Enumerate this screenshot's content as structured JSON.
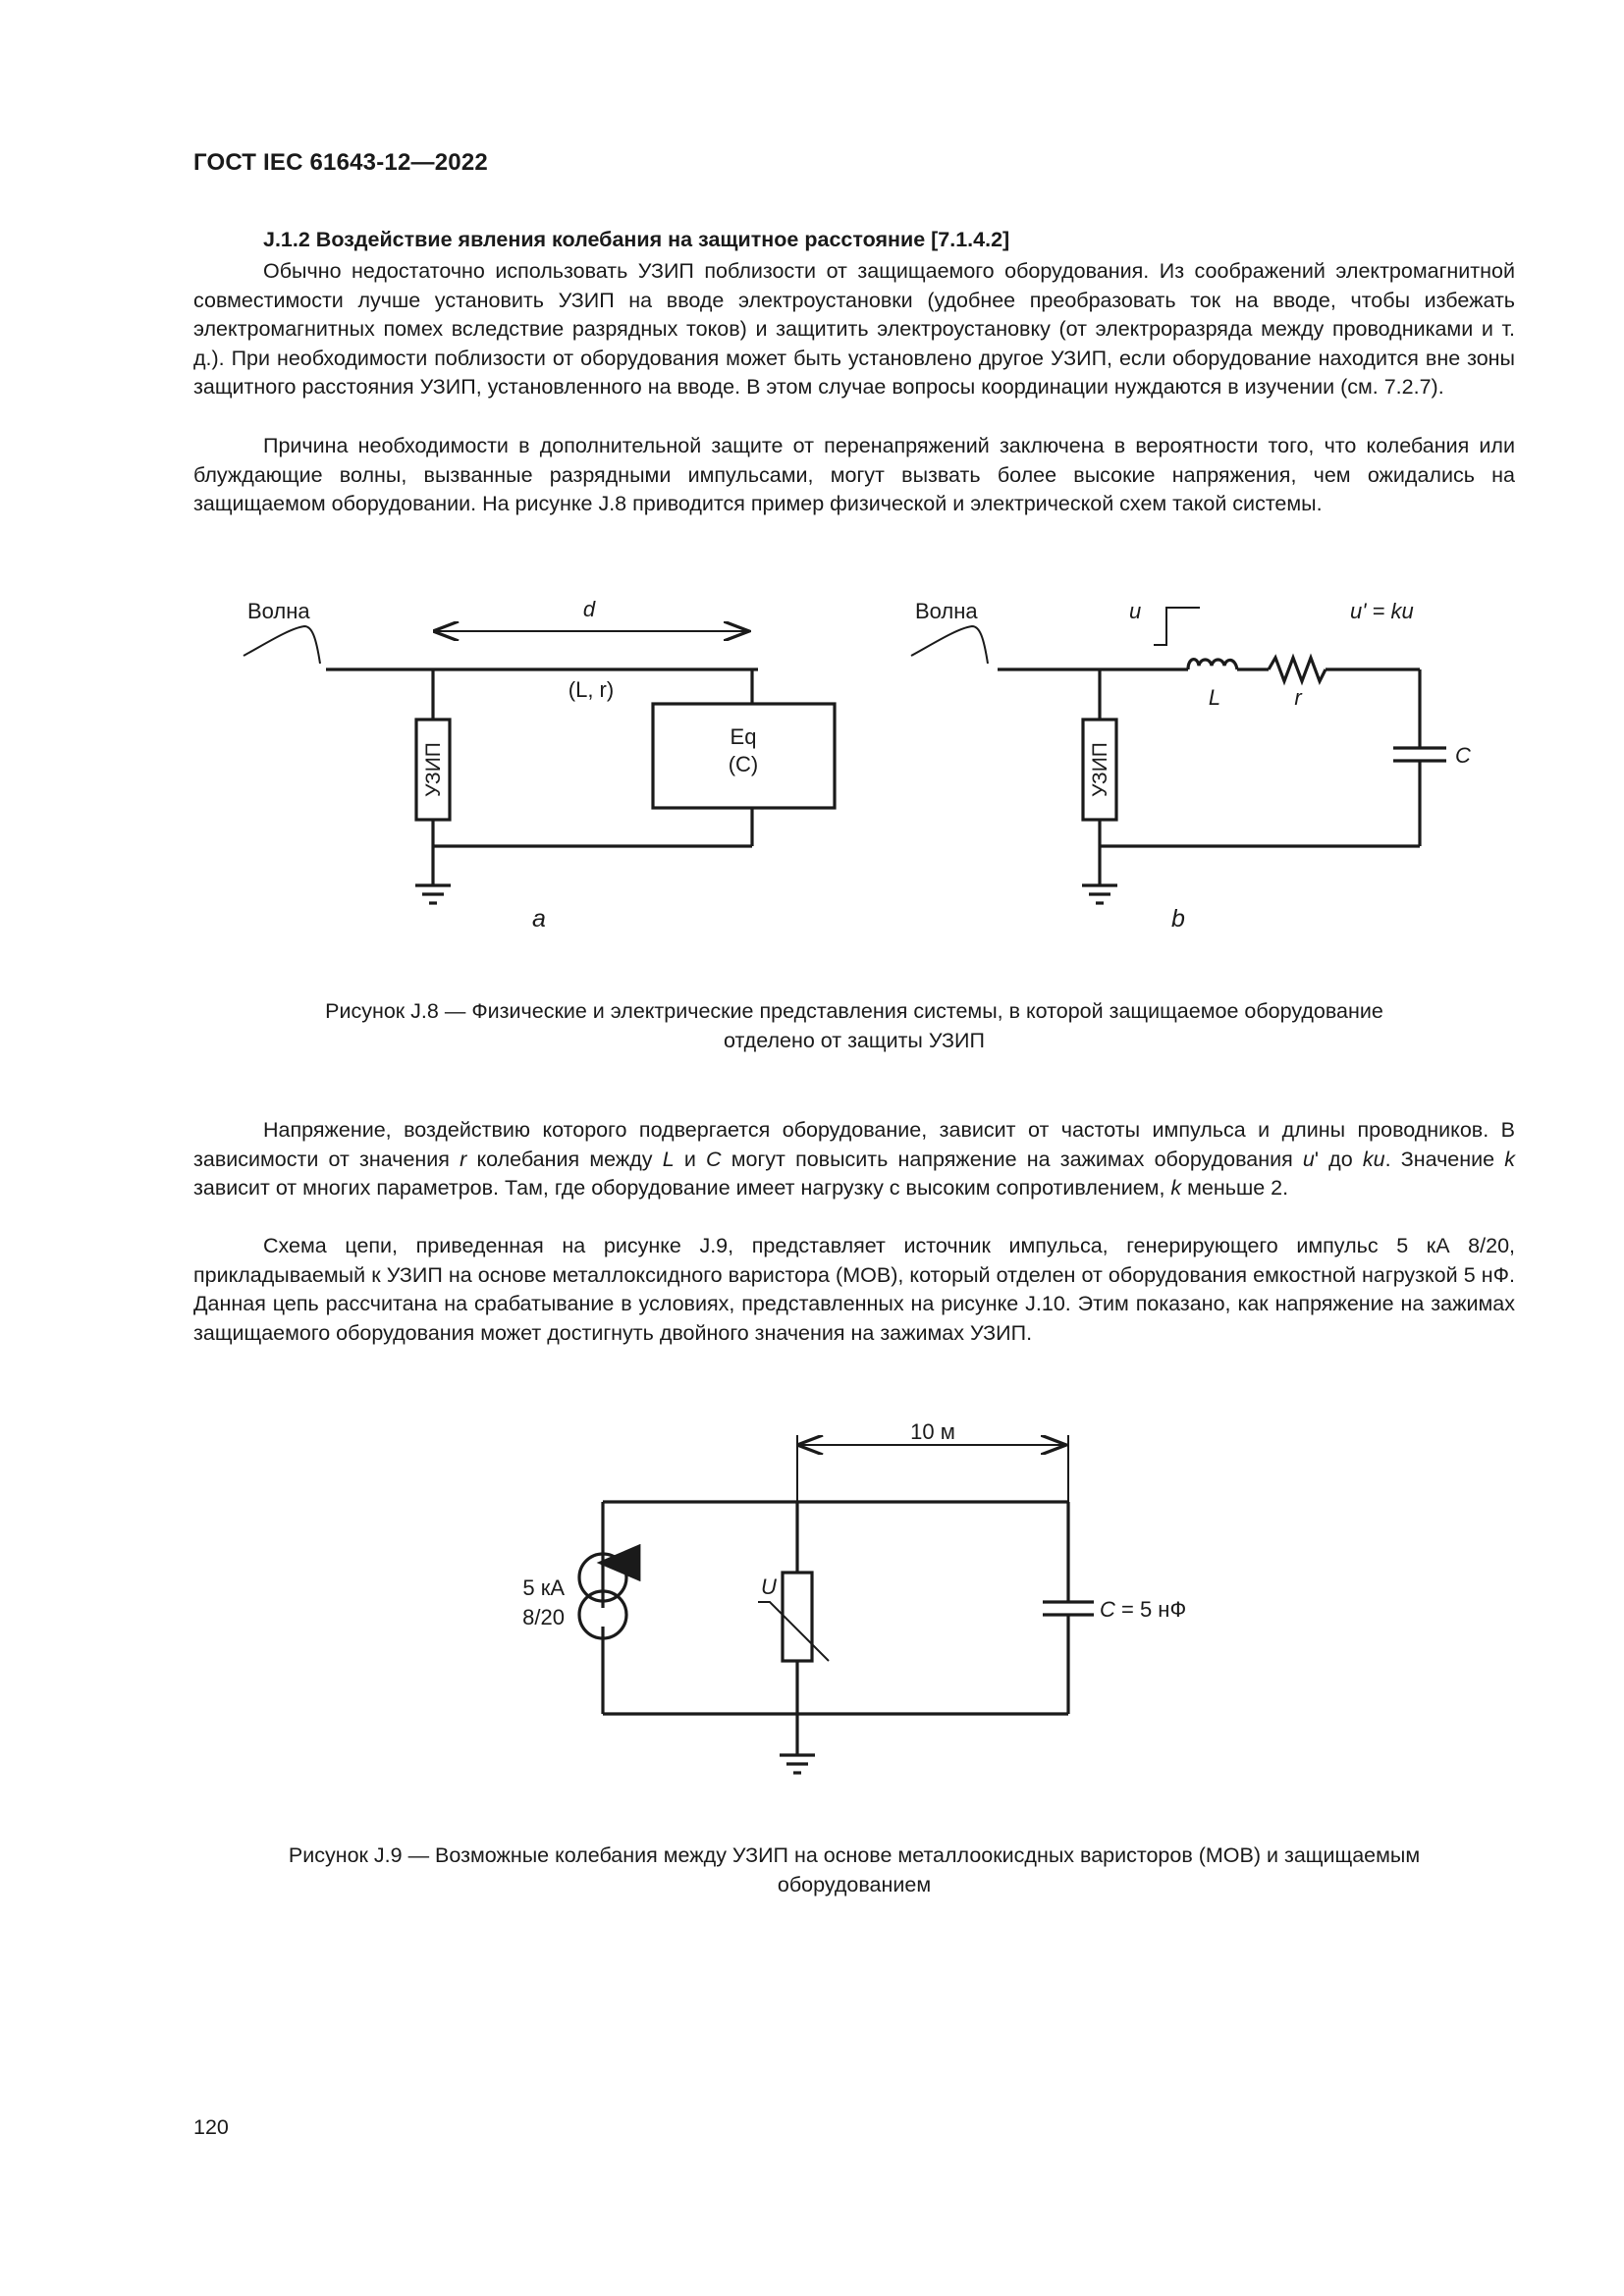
{
  "header": "ГОСТ IEC 61643-12—2022",
  "section": {
    "title": "J.1.2 Воздействие явления колебания на защитное расстояние [7.1.4.2]",
    "paragraph1": "Обычно недостаточно использовать УЗИП поблизости от защищаемого оборудования. Из соображений электромагнитной совместимости лучше установить УЗИП на вводе электроустановки (удобнее преобразовать ток на вводе, чтобы избежать электромагнитных помех вследствие разрядных токов) и защитить электроустановку (от электроразряда между проводниками и т. д.). При необходимости поблизости от оборудования может быть установлено другое УЗИП, если оборудование находится вне зоны защитного расстояния УЗИП, установленного на вводе. В этом случае вопросы координации нуждаются в изучении (см. 7.2.7).",
    "paragraph2": "Причина необходимости в дополнительной защите от перенапряжений заключена в вероятности того, что колебания или блуждающие волны, вызванные разрядными импульсами, могут вызвать более высокие напряжения, чем ожидались на защищаемом оборудовании. На рисунке J.8 приводится пример физической и электрической схем такой системы."
  },
  "figure_j8": {
    "a": {
      "wave_label": "Волна",
      "distance_label": "d",
      "line_label": "(L, r)",
      "spd_label": "УЗИП",
      "eq_label": "Eq",
      "eq_cap_label": "(C)",
      "sub_label": "a"
    },
    "b": {
      "wave_label": "Волна",
      "u_label": "u",
      "uprime_label": "u' = ku",
      "l_label": "L",
      "r_label": "r",
      "c_label": "C",
      "spd_label": "УЗИП",
      "sub_label": "b"
    },
    "caption_line1": "Рисунок J.8 — Физические и электрические представления системы, в которой защищаемое оборудование",
    "caption_line2": "отделено от защиты УЗИП"
  },
  "body": {
    "paragraph3_html": "Напряжение, воздействию которого подвергается оборудование, зависит от частоты импульса и длины проводников. В зависимости от значения <i>r</i> колебания между <i>L</i> и <i>C</i> могут повысить напряжение на зажимах оборудования <i>u</i>' до <i>ku</i>. Значение <i>k</i> зависит от многих параметров. Там, где оборудование имеет нагрузку с высоким сопротивлением, <i>k</i> меньше 2.",
    "paragraph4": "Схема цепи, приведенная на рисунке J.9, представляет источник импульса, генерирующего импульс 5 кА 8/20, прикладываемый к УЗИП на основе металлоксидного варистора (МОВ), который отделен от оборудования емкостной нагрузкой 5 нФ. Данная цепь рассчитана на срабатывание в условиях, представленных на рисунке J.10. Этим показано, как напряжение на зажимах защищаемого оборудования может достигнуть двойного значения на зажимах УЗИП."
  },
  "figure_j9": {
    "distance_label": "10 м",
    "source_label_1": "5 кА",
    "source_label_2": "8/20",
    "varistor_label": "U",
    "capacitor_label": "C = 5 нФ",
    "caption_line1": "Рисунок J.9 — Возможные колебания между УЗИП на основе металлоокисдных варисторов (МОВ) и защищаемым",
    "caption_line2": "оборудованием"
  },
  "page_number": "120"
}
